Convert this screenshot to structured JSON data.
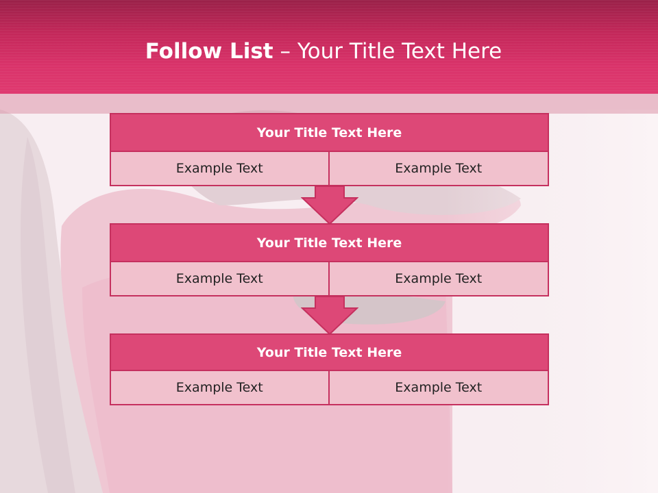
{
  "slide": {
    "title_bold": "Follow List",
    "title_rest": " – Your Title Text Here"
  },
  "blocks": [
    {
      "title": "Your Title Text Here",
      "left": "Example Text",
      "right": "Example Text"
    },
    {
      "title": "Your Title Text Here",
      "left": "Example Text",
      "right": "Example Text"
    },
    {
      "title": "Your Title Text Here",
      "left": "Example Text",
      "right": "Example Text"
    }
  ],
  "colors": {
    "header": "#d9336a",
    "block_title": "#dd4877",
    "cell": "#f1c1cd",
    "border": "#c5305e"
  }
}
